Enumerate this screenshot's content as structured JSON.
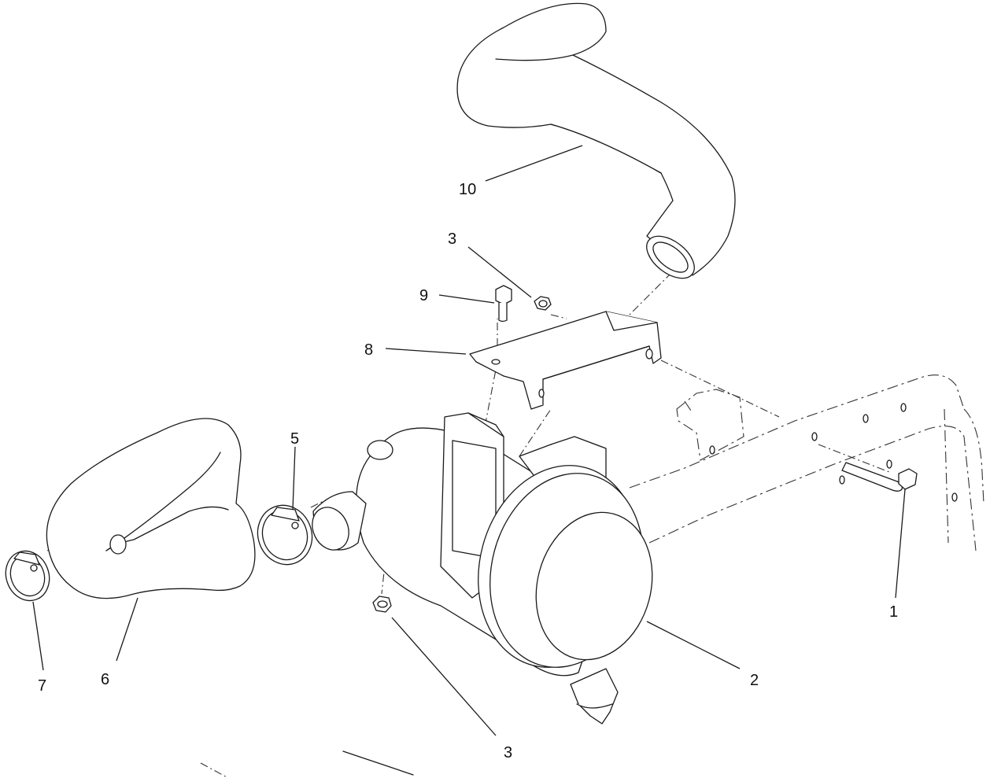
{
  "diagram": {
    "type": "exploded-parts-view",
    "callouts": [
      {
        "id": "c1",
        "label": "1"
      },
      {
        "id": "c2",
        "label": "2"
      },
      {
        "id": "c3a",
        "label": "3"
      },
      {
        "id": "c3b",
        "label": "3"
      },
      {
        "id": "c5",
        "label": "5"
      },
      {
        "id": "c6",
        "label": "6"
      },
      {
        "id": "c7",
        "label": "7"
      },
      {
        "id": "c8",
        "label": "8"
      },
      {
        "id": "c9",
        "label": "9"
      },
      {
        "id": "c10",
        "label": "10"
      }
    ],
    "parts": [
      {
        "callout": "1",
        "icon": "bolt-icon"
      },
      {
        "callout": "2",
        "icon": "air-cleaner-icon"
      },
      {
        "callout": "3",
        "icon": "flange-nut-icon"
      },
      {
        "callout": "5",
        "icon": "hose-clamp-icon"
      },
      {
        "callout": "6",
        "icon": "intake-hose-icon"
      },
      {
        "callout": "7",
        "icon": "hose-clamp-icon"
      },
      {
        "callout": "8",
        "icon": "mounting-bracket-icon"
      },
      {
        "callout": "9",
        "icon": "bolt-icon"
      },
      {
        "callout": "10",
        "icon": "inlet-hose-icon"
      }
    ]
  }
}
